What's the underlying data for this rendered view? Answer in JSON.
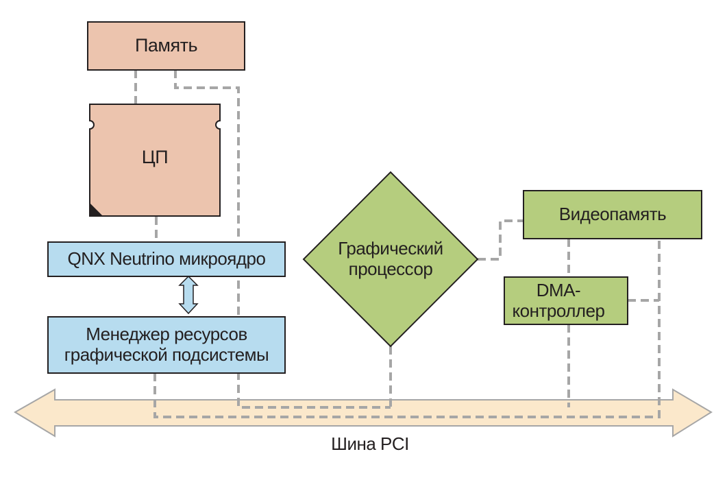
{
  "boxes": {
    "memory": "Память",
    "cpu": "ЦП",
    "microkernel": "QNX Neutrino микроядро",
    "resource_manager": "Менеджер ресурсов графической подсистемы",
    "gpu": "Графический процессор",
    "video_memory": "Видеопамять",
    "dma": "DMA-контроллер"
  },
  "bus": {
    "label": "Шина PCI"
  },
  "colors": {
    "memory_cpu_fill": "#ecc4ae",
    "kernel_fill": "#b7dcef",
    "green_fill": "#b5cd7e",
    "bus_fill": "#fbe8cb",
    "connector": "#a6a6a6",
    "stroke": "#231f20"
  }
}
